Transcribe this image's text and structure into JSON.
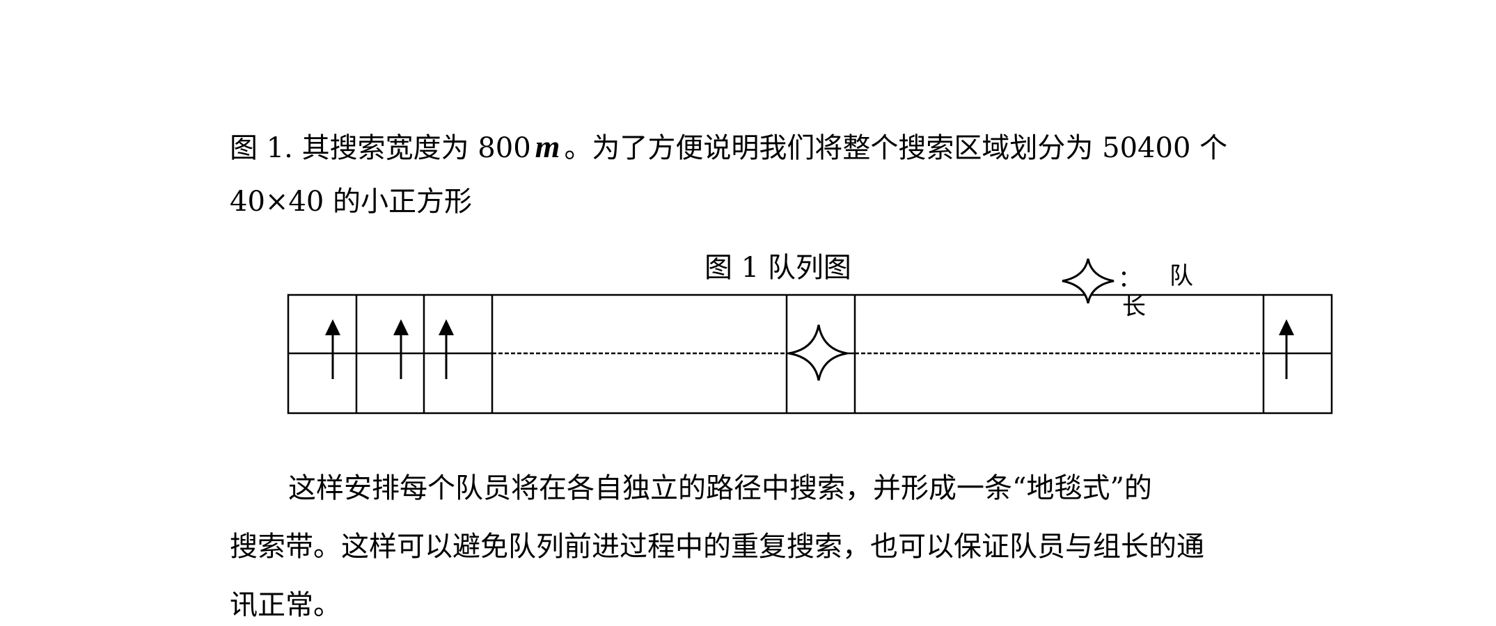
{
  "paragraph1": {
    "line1_before": "图 1. 其搜索宽度为 800",
    "unit": "m",
    "line1_after": "。为了方便说明我们将整个搜索区域划分为 50400 个",
    "line2": "40×40 的小正方形"
  },
  "figure": {
    "caption": "图 1  队列图",
    "legend_colon": "：",
    "legend_label_1": "队",
    "legend_label_2": "长"
  },
  "paragraph2": {
    "line1": "这样安排每个队员将在各自独立的路径中搜索，并形成一条“地毯式”的",
    "line2": "搜索带。这样可以避免队列前进过程中的重复搜索，也可以保证队员与组长的通",
    "line3": "讯正常。"
  }
}
